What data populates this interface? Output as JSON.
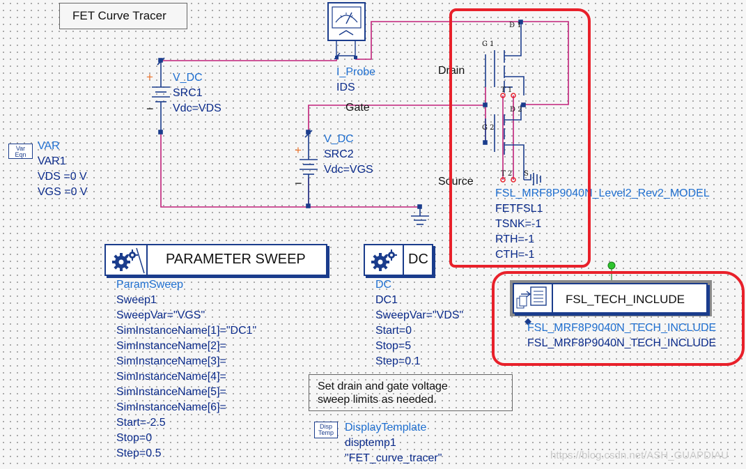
{
  "title_box": "FET Curve Tracer",
  "var_block": {
    "icon_text": [
      "Var",
      "Eqn"
    ],
    "lines": [
      "VAR",
      "VAR1",
      "VDS =0 V",
      "VGS =0 V"
    ]
  },
  "src1": {
    "plus": "+",
    "minus": "−",
    "lines": [
      "V_DC",
      "SRC1",
      "Vdc=VDS"
    ]
  },
  "src2": {
    "plus": "+",
    "minus": "−",
    "lines": [
      "V_DC",
      "SRC2",
      "Vdc=VGS"
    ]
  },
  "probe": {
    "lines": [
      "I_Probe",
      "IDS"
    ]
  },
  "net_labels": {
    "drain": "Drain",
    "gate": "Gate",
    "source": "Source"
  },
  "fet": {
    "pins": {
      "d1": "D 1",
      "g1": "G 1",
      "t1": "T 1",
      "d2": "D 2",
      "g2": "G 2",
      "t2": "T 2",
      "s": "S"
    },
    "lines": [
      "FSL_MRF8P9040N_Level2_Rev2_MODEL",
      "FETFSL1",
      "TSNK=-1",
      "RTH=-1",
      "CTH=-1"
    ]
  },
  "param_sweep": {
    "header": "PARAMETER SWEEP",
    "lines": [
      "ParamSweep",
      "Sweep1",
      "SweepVar=\"VGS\"",
      "SimInstanceName[1]=\"DC1\"",
      "SimInstanceName[2]=",
      "SimInstanceName[3]=",
      "SimInstanceName[4]=",
      "SimInstanceName[5]=",
      "SimInstanceName[6]=",
      "Start=-2.5",
      "Stop=0",
      "Step=0.5"
    ]
  },
  "dc": {
    "header": "DC",
    "lines": [
      "DC",
      "DC1",
      "SweepVar=\"VDS\"",
      "Start=0",
      "Stop=5",
      "Step=0.1"
    ]
  },
  "tech_include": {
    "header": "FSL_TECH_INCLUDE",
    "lines": [
      "FSL_MRF8P9040N_TECH_INCLUDE",
      "FSL_MRF8P9040N_TECH_INCLUDE"
    ]
  },
  "note": [
    "Set drain and gate voltage",
    "sweep limits as needed."
  ],
  "display_template": {
    "icon_text": [
      "Disp",
      "Temp"
    ],
    "lines": [
      "DisplayTemplate",
      "disptemp1",
      "\"FET_curve_tracer\""
    ]
  },
  "watermark": "https://blog.csdn.net/ASH_GUAPDIAU",
  "colors": {
    "wire": "#c0207a",
    "component": "#1a3c8c",
    "label": "#1f6fd0",
    "annotation": "#e8202a"
  }
}
